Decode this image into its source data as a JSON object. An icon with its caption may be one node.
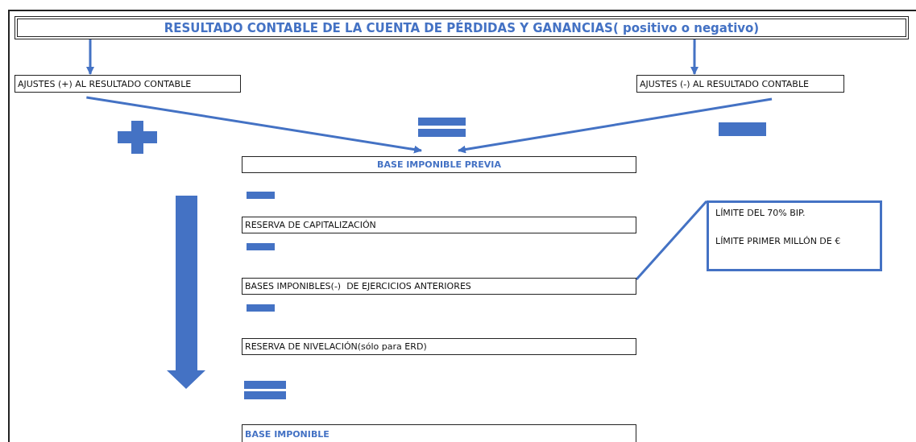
{
  "diagram": {
    "nodes": [
      {
        "text": [
          "RESULTADO CONTABLE DE LA CUENTA DE PÉRDIDAS Y GANANCIAS( positivo o negativo)"
        ]
      },
      {
        "text": [
          "AJUSTES (+) AL RESULTADO CONTABLE"
        ]
      },
      {
        "text": [
          "AJUSTES (-) AL RESULTADO CONTABLE"
        ]
      },
      {
        "text": [
          "BASE IMPONIBLE PREVIA"
        ]
      },
      {
        "text": [
          "RESERVA DE CAPITALIZACIÓN"
        ]
      },
      {
        "text": [
          "BASES IMPONIBLES(-)  DE EJERCICIOS ANTERIORES"
        ]
      },
      {
        "text": [
          "RESERVA DE NIVELACIÓN(sólo para ERD)"
        ]
      },
      {
        "text": [
          "BASE IMPONIBLE"
        ]
      },
      {
        "text": [
          "LÍMITE DEL 70% BIP.",
          "LÍMITE PRIMER MILLÓN DE €"
        ]
      }
    ],
    "edges": [
      {
        "from": 0,
        "to": 1,
        "arrow": "to"
      },
      {
        "from": 0,
        "to": 2,
        "arrow": "to"
      },
      {
        "from": 1,
        "to": 3,
        "arrow": "to"
      },
      {
        "from": 2,
        "to": 3,
        "arrow": "to"
      },
      {
        "from": 8,
        "to": 5,
        "arrow": "none"
      }
    ]
  }
}
